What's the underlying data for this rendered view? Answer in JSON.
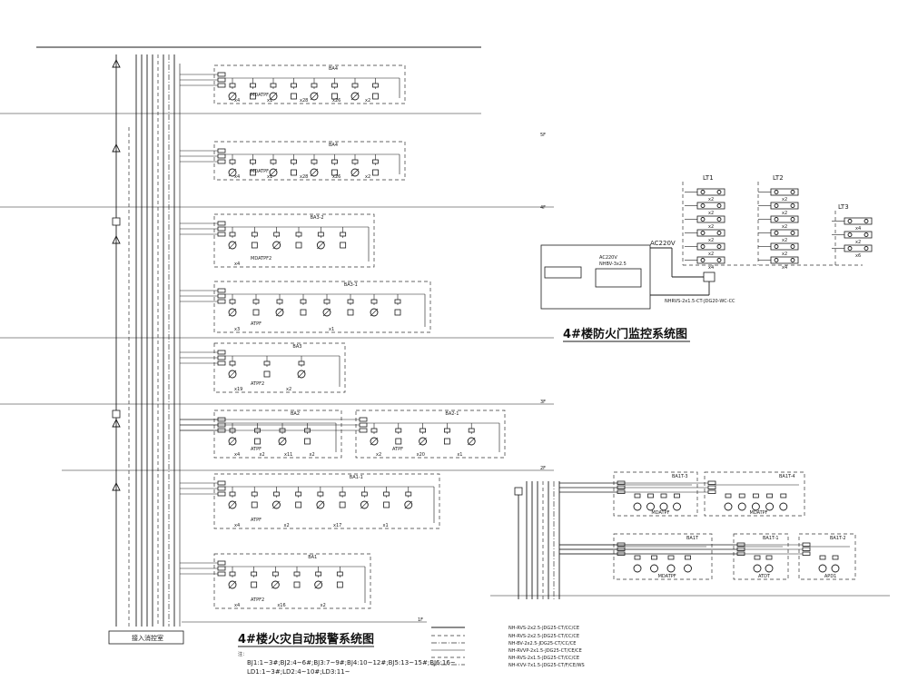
{
  "main_title": "4#楼火灾自动报警系统图",
  "fire_door_title": "4#楼防火门监控系统图",
  "control_room_label": "接入消控室",
  "notes": {
    "heading": "注：",
    "line1": "BJ1:1~3#;BJ2:4~6#;BJ3:7~9#;BJ4:10~12#;BJ5:13~15#;BJ6:16~",
    "line2": "LD1:1~3#;LD2:4~10#;LD3:11~"
  },
  "legend": [
    "NH-RVS-2x2.5-JDG25-CT/CC/CE",
    "NH-RVS-2x2.5-JDG25-CT/CC/CE",
    "NH-BV-2x2.5-JDG25-CT/CC/CE",
    "NH-RVVP-2x1.5-JDG25-CT/CE/CE",
    "NH-RVS-2x1.5-JDG25-CT/CC/CE",
    "NH-KVV-7x1.5-JDG25-CT/F/CE/WS"
  ],
  "floors": [
    "5F",
    "4F",
    "3F",
    "2F",
    "1F"
  ],
  "fire_door": {
    "ac_label": "AC220V",
    "cable1": "NHBV-3x2.5",
    "cable2": "NHRVS-2x1.5-CT-JDG20-WC-CC",
    "lt_labels": [
      "LT1",
      "LT2",
      "LT3"
    ],
    "row_labels": [
      "",
      "",
      "",
      "",
      ""
    ],
    "counts_lt1": [
      "x2",
      "x2",
      "x2",
      "x2",
      "x2",
      "x4"
    ],
    "counts_lt2": [
      "x2",
      "x2",
      "x2",
      "x2",
      "x2",
      "x4"
    ],
    "counts_lt3": [
      "x4",
      "x2",
      "x6"
    ]
  },
  "panels": [
    {
      "id": "BA4",
      "counts": [
        "x4",
        "x1",
        "x28",
        "x26",
        "x2"
      ],
      "device": "MDATPF"
    },
    {
      "id": "BA4",
      "counts": [
        "x4",
        "x1",
        "x28",
        "x26",
        "x2"
      ],
      "device": "MDATPF"
    },
    {
      "id": "BA3-2",
      "counts": [
        "x4"
      ],
      "device": "MDATPF2"
    },
    {
      "id": "BA3-1",
      "counts": [
        "x3",
        "x1"
      ],
      "device": "ATPF"
    },
    {
      "id": "BA3",
      "counts": [
        "x19",
        "x2"
      ],
      "device": "ATPF2"
    },
    {
      "id": "BA2",
      "counts": [
        "x4",
        "x2",
        "x11",
        "x2"
      ],
      "device": "ATPF"
    },
    {
      "id": "BA2-1",
      "counts": [
        "x2",
        "x20",
        "x1"
      ],
      "device": "ATPF"
    },
    {
      "id": "BA1-1",
      "counts": [
        "x4",
        "x2",
        "x17",
        "x1"
      ],
      "device": "ATPF"
    },
    {
      "id": "BA1",
      "counts": [
        "x4",
        "x16",
        "x2"
      ],
      "device": "ATPF2"
    }
  ],
  "right_panels": [
    {
      "id": "BA1T-3",
      "device": "MDATPF"
    },
    {
      "id": "BA1T-4",
      "device": "MDATPF"
    },
    {
      "id": "BA1T",
      "device": "MDATPF"
    },
    {
      "id": "BA1T-1",
      "device": "ATDT"
    },
    {
      "id": "BA1T-2",
      "device": "APD1"
    }
  ]
}
